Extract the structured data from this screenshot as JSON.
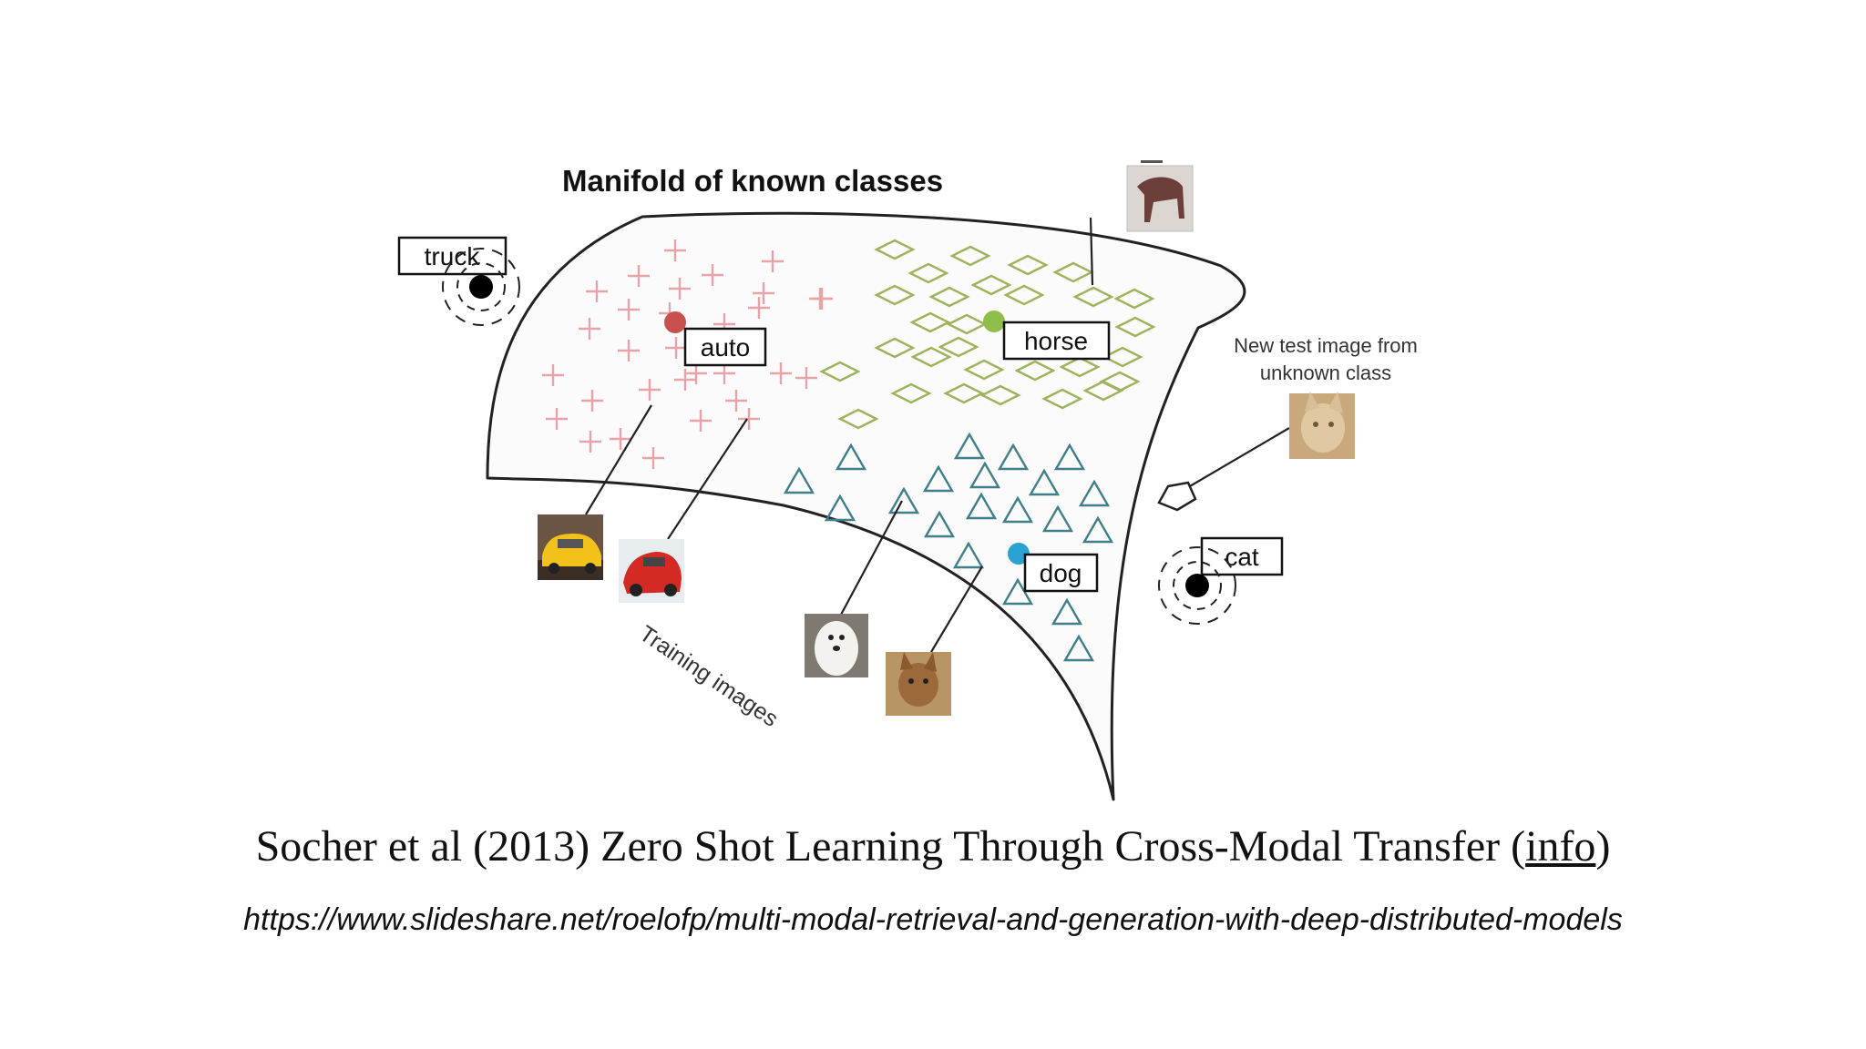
{
  "diagram": {
    "title": "Manifold of known classes",
    "class_labels": {
      "truck": "truck",
      "auto": "auto",
      "horse": "horse",
      "dog": "dog",
      "cat": "cat"
    },
    "annotation_new_test_line1": "New test image from",
    "annotation_new_test_line2": "unknown class",
    "training_images_label": "Training images",
    "colors": {
      "auto_marker": "#e8a3a8",
      "auto_dot": "#c8504e",
      "horse_marker": "#9eb35d",
      "horse_dot": "#8fbf4a",
      "dog_marker": "#3f7f8a",
      "dog_dot": "#2aa3d4",
      "unknown_dot": "#000000"
    }
  },
  "citation": {
    "text": "Socher et al (2013) Zero Shot Learning Through Cross-Modal Transfer (",
    "link": "info",
    "suffix": ")"
  },
  "url": "https://www.slideshare.net/roelofp/multi-modal-retrieval-and-generation-with-deep-distributed-models"
}
